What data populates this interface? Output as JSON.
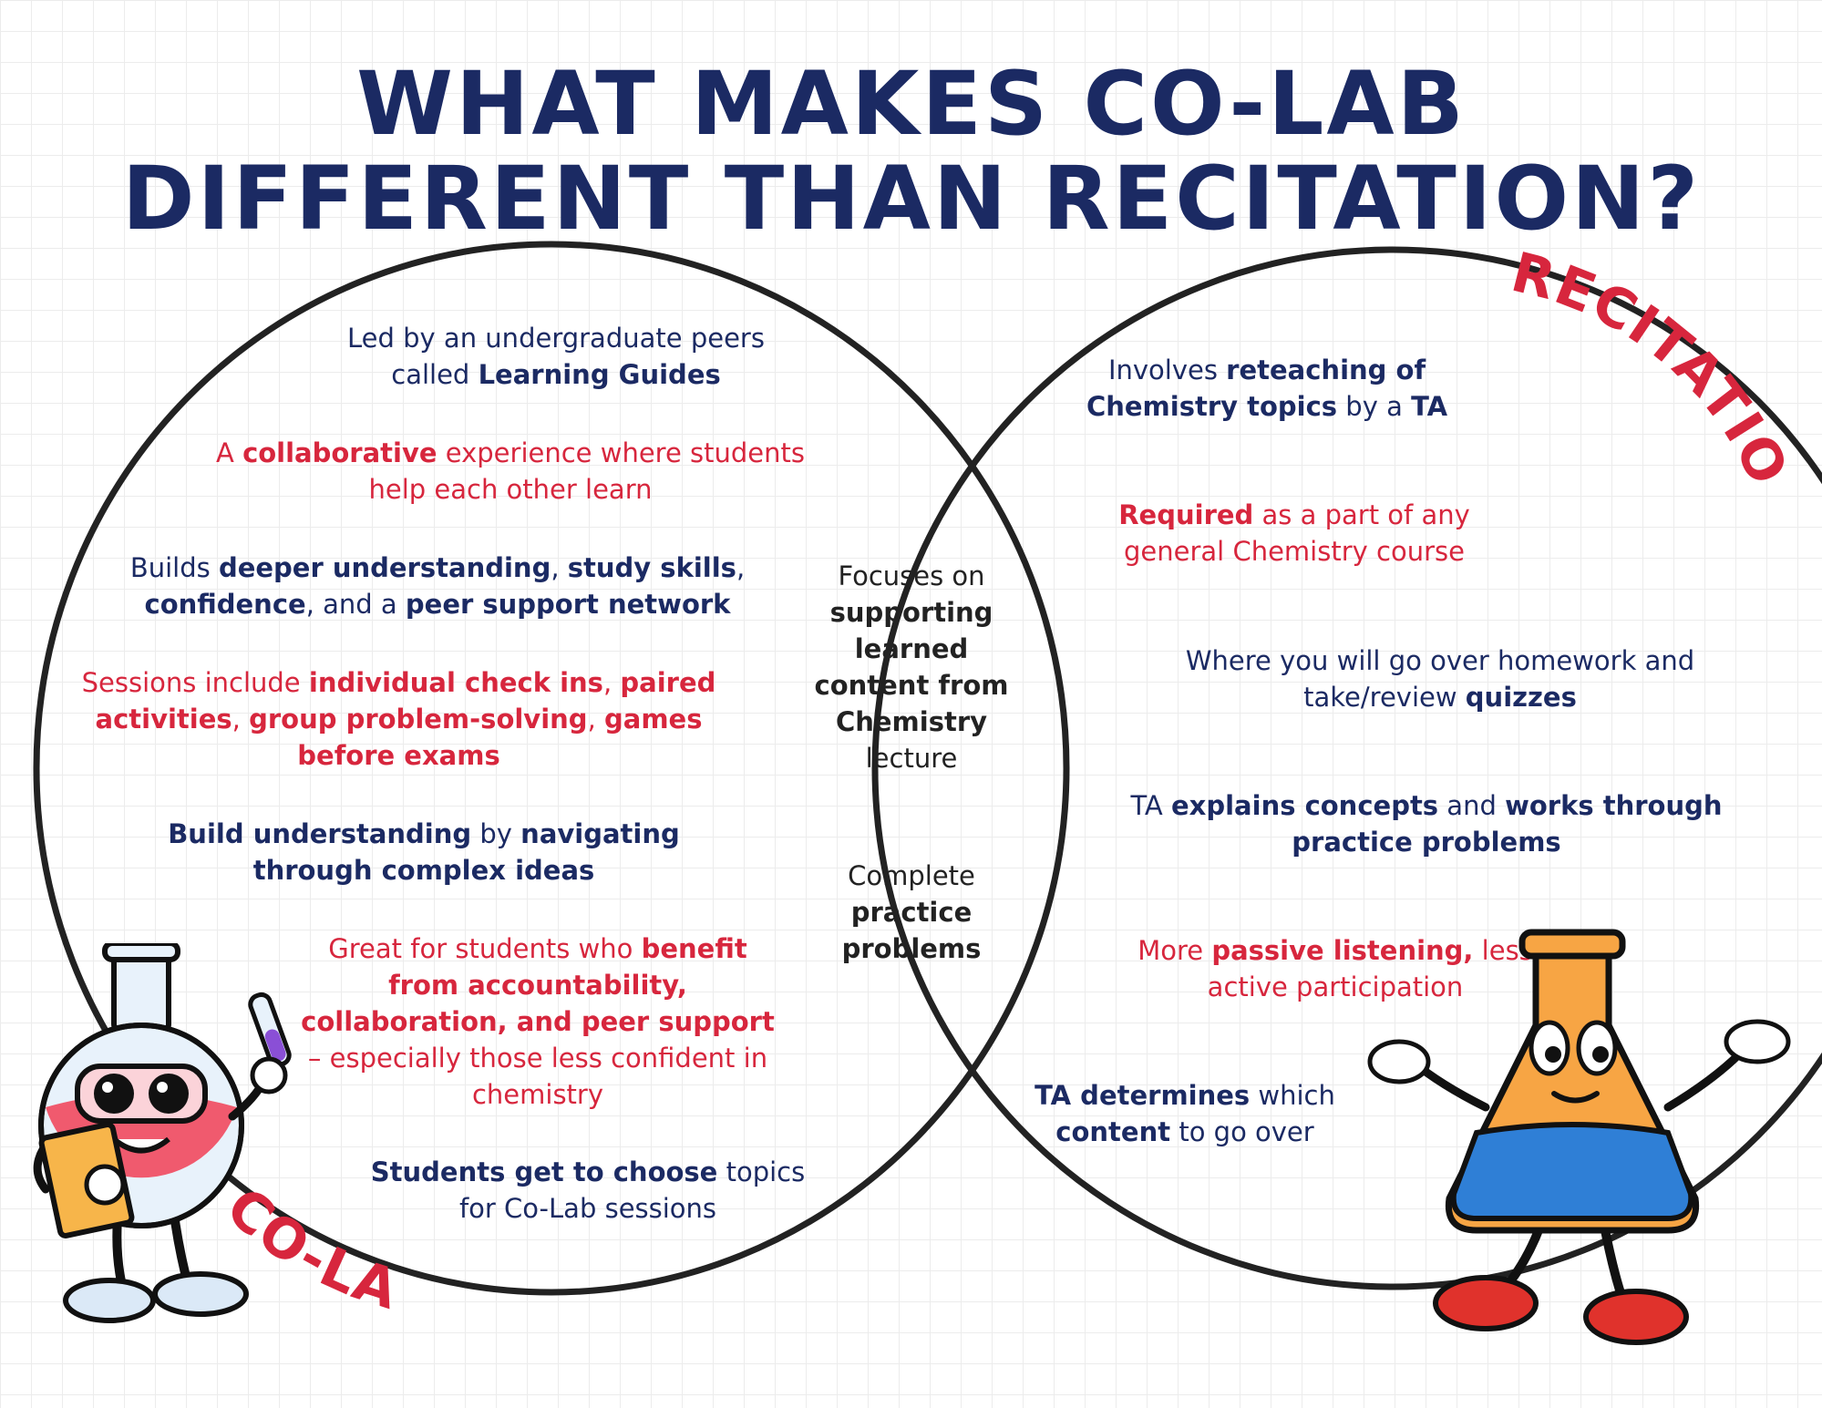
{
  "title": "WHAT MAKES CO-LAB DIFFERENT THAN RECITATION?",
  "labels": {
    "left": "CO-LAB",
    "right": "RECITATION"
  },
  "colab": [
    [
      {
        "t": "Led by an undergraduate peers called ",
        "b": false
      },
      {
        "t": "Learning Guides",
        "b": true
      }
    ],
    [
      {
        "t": "A ",
        "b": false
      },
      {
        "t": "collaborative",
        "b": true
      },
      {
        "t": " experience where students help each other learn",
        "b": false
      }
    ],
    [
      {
        "t": "Builds ",
        "b": false
      },
      {
        "t": "deeper understanding",
        "b": true
      },
      {
        "t": ", ",
        "b": false
      },
      {
        "t": "study skills",
        "b": true
      },
      {
        "t": ", ",
        "b": false
      },
      {
        "t": "confidence",
        "b": true
      },
      {
        "t": ", and a ",
        "b": false
      },
      {
        "t": "peer support network",
        "b": true
      }
    ],
    [
      {
        "t": "Sessions include ",
        "b": false
      },
      {
        "t": "individual check ins",
        "b": true
      },
      {
        "t": ", ",
        "b": false
      },
      {
        "t": "paired activities",
        "b": true
      },
      {
        "t": ", ",
        "b": false
      },
      {
        "t": "group problem-solving",
        "b": true
      },
      {
        "t": ", ",
        "b": false
      },
      {
        "t": "games before exams",
        "b": true
      }
    ],
    [
      {
        "t": "Build understanding",
        "b": true
      },
      {
        "t": " by ",
        "b": false
      },
      {
        "t": "navigating through complex ideas",
        "b": true
      }
    ],
    [
      {
        "t": "Great for students who ",
        "b": false
      },
      {
        "t": "benefit from accountability, collaboration, and peer support",
        "b": true
      },
      {
        "t": " – especially those less confident in chemistry",
        "b": false
      }
    ],
    [
      {
        "t": "Students get to choose",
        "b": true
      },
      {
        "t": " topics for Co-Lab sessions",
        "b": false
      }
    ]
  ],
  "shared": [
    [
      {
        "t": "Focuses on ",
        "b": false
      },
      {
        "t": "supporting learned content from Chemistry",
        "b": true
      },
      {
        "t": " lecture",
        "b": false
      }
    ],
    [
      {
        "t": "Complete ",
        "b": false
      },
      {
        "t": "practice problems",
        "b": true
      }
    ]
  ],
  "recitation": [
    [
      {
        "t": "Involves ",
        "b": false
      },
      {
        "t": "reteaching of Chemistry topics",
        "b": true
      },
      {
        "t": " by a ",
        "b": false
      },
      {
        "t": "TA",
        "b": true
      }
    ],
    [
      {
        "t": "Required",
        "b": true
      },
      {
        "t": " as a part of any general Chemistry course",
        "b": false
      }
    ],
    [
      {
        "t": "Where you will go over homework and take/review ",
        "b": false
      },
      {
        "t": "quizzes",
        "b": true
      }
    ],
    [
      {
        "t": "TA ",
        "b": false
      },
      {
        "t": "explains concepts",
        "b": true
      },
      {
        "t": " and ",
        "b": false
      },
      {
        "t": "works through practice problems",
        "b": true
      }
    ],
    [
      {
        "t": "More ",
        "b": false
      },
      {
        "t": "passive listening,",
        "b": true
      },
      {
        "t": " less active participation",
        "b": false
      }
    ],
    [
      {
        "t": "TA determines",
        "b": true
      },
      {
        "t": " which ",
        "b": false
      },
      {
        "t": "content",
        "b": true
      },
      {
        "t": " to go over",
        "b": false
      }
    ]
  ],
  "colors": {
    "navy": "#1b2a63",
    "red": "#d7263d",
    "circle": "#222222"
  },
  "icons": [
    "round-flask-mascot-icon",
    "test-tube-icon",
    "clipboard-icon",
    "erlenmeyer-flask-mascot-icon"
  ]
}
